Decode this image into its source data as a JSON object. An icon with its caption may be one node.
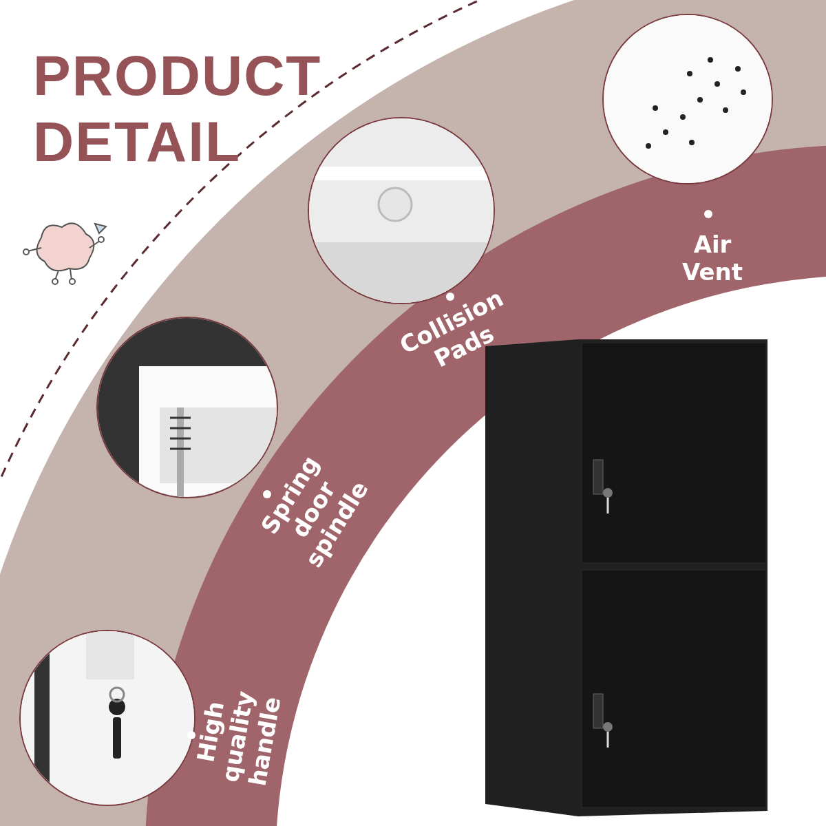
{
  "diagram": {
    "title": "PRODUCT DETAIL",
    "labels": [
      "Air Vent",
      "Collision Pads",
      "Spring door spindle",
      "High quality handle"
    ]
  }
}
